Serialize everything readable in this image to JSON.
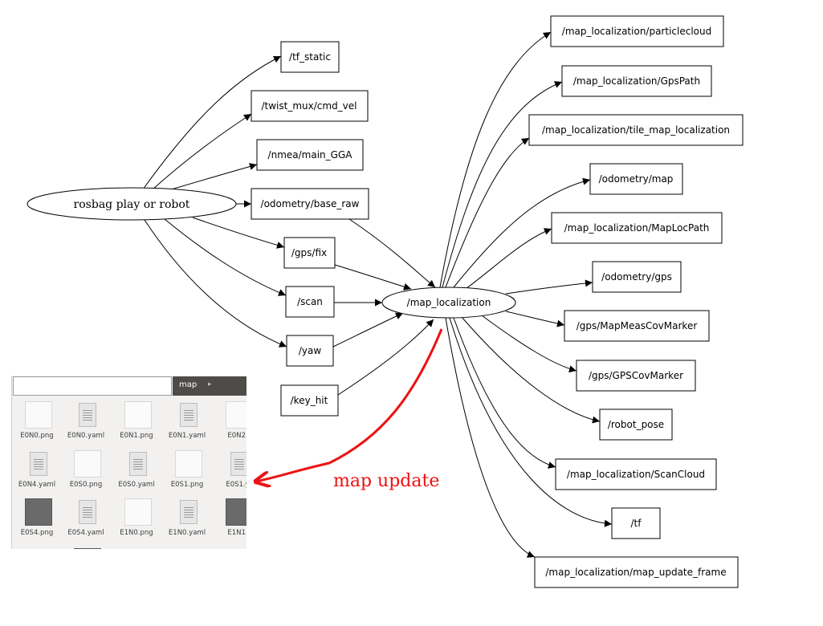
{
  "source_node": "rosbag play or   robot",
  "center_node": "/map_localization",
  "input_topics": [
    "/tf_static",
    "/twist_mux/cmd_vel",
    "/nmea/main_GGA",
    "/odometry/base_raw",
    "/gps/fix",
    "/scan",
    "/yaw",
    "/key_hit"
  ],
  "output_topics": [
    "/map_localization/particlecloud",
    "/map_localization/GpsPath",
    "/map_localization/tile_map_localization",
    "/odometry/map",
    "/map_localization/MapLocPath",
    "/odometry/gps",
    "/gps/MapMeasCovMarker",
    "/gps/GPSCovMarker",
    "/robot_pose",
    "/map_localization/ScanCloud",
    "/tf",
    "/map_localization/map_update_frame"
  ],
  "annotation": "map update",
  "annotation_color": "#ee1111",
  "file_browser": {
    "breadcrumb": "map",
    "files": [
      {
        "name": "E0N0.png",
        "kind": "image"
      },
      {
        "name": "E0N0.yaml",
        "kind": "document"
      },
      {
        "name": "E0N1.png",
        "kind": "sketch"
      },
      {
        "name": "E0N1.yaml",
        "kind": "document"
      },
      {
        "name": "E0N2.",
        "kind": "image"
      },
      {
        "name": "E0N4.yaml",
        "kind": "document"
      },
      {
        "name": "E0S0.png",
        "kind": "image"
      },
      {
        "name": "E0S0.yaml",
        "kind": "document"
      },
      {
        "name": "E0S1.png",
        "kind": "image"
      },
      {
        "name": "E0S1.y",
        "kind": "document"
      },
      {
        "name": "E0S4.png",
        "kind": "dark"
      },
      {
        "name": "E0S4.yaml",
        "kind": "document"
      },
      {
        "name": "E1N0.png",
        "kind": "image"
      },
      {
        "name": "E1N0.yaml",
        "kind": "document"
      },
      {
        "name": "E1N1.",
        "kind": "dark"
      },
      {
        "name": "",
        "kind": "document"
      },
      {
        "name": "",
        "kind": "dark"
      },
      {
        "name": "",
        "kind": "document"
      },
      {
        "name": "",
        "kind": "document"
      },
      {
        "name": "",
        "kind": "document"
      }
    ]
  }
}
